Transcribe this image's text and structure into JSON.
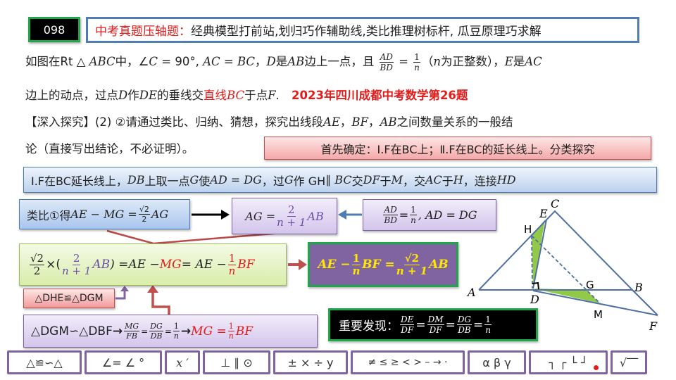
{
  "header": {
    "badge": "098",
    "title_highlight": "中考真题压轴题：",
    "title_rest": "经典模型打前站,划归巧作辅助线,类比推理树标杆, 瓜豆原理巧求解"
  },
  "problem": {
    "line1": {
      "p1": "如图在Rt ",
      "tri": "△",
      "abc": "ABC",
      "p2": "中，∠",
      "c": "C",
      "p3": " = 90°, ",
      "ac_bc": "AC = BC",
      "p4": "，",
      "d": "D",
      "p5": "是",
      "ab": "AB",
      "p6": "边上一点，且",
      "frac_num": "AD",
      "frac_den": "BD",
      "eq": " = ",
      "one_num": "1",
      "one_den": "n",
      "p7": "（",
      "n": "n",
      "p8": "为正整数），",
      "e": "E",
      "p9": "是",
      "ac": "AC"
    },
    "line2": {
      "p1": "边上的动点，过点",
      "d": "D",
      "p2": "作",
      "de": "DE",
      "p3": "的垂线交",
      "red": "直线",
      "bc": "BC",
      "p4": "于点",
      "f": "F",
      "p5": ".",
      "source": "2023年四川成都中考数学第26题"
    },
    "line3": {
      "p1": "【深入探究】(2) ②请通过类比、归纳、猜想，探究出线段",
      "ae": "AE",
      "c1": "，",
      "bf": "BF",
      "c2": "，",
      "ab": "AB",
      "p2": "之间数量关系的一般结"
    },
    "line4": "论（直接写出结论，不必证明）。"
  },
  "classify": "Ⅰ.F在BC上；Ⅱ.F在BC的延长线上。分类探究",
  "classify_prefix": "首先确定：",
  "case1": {
    "p1": "Ⅰ.F在BC延长线上，",
    "db": "DB",
    "p2": "上取一点",
    "g": "G",
    "p3": "使",
    "ad_dg": "AD = DG",
    "p4": "，过",
    "g2": "G",
    "p5": "作  GH",
    "parallel": "∥",
    "bc": "BC",
    "p6": "交",
    "df": "DF",
    "p7": "于",
    "m": "M",
    "p8": "，交",
    "ac": "AC",
    "p9": "于",
    "h": "H",
    "p10": "，连接",
    "hd": "HD"
  },
  "boxes": {
    "analogy": {
      "prefix": "类比①得",
      "lhs": "AE − MG = ",
      "num": "√2",
      "den": "2",
      "rhs": "AG"
    },
    "ag": {
      "lhs": "AG = ",
      "num": "2",
      "den": "n + 1",
      "rhs": "AB"
    },
    "ratio": {
      "num": "AD",
      "den": "BD",
      "eq": " = ",
      "one": "1",
      "n": "n",
      "rest": ",  AD = DG"
    },
    "main_eq": {
      "sq_num": "√2",
      "sq_den": "2",
      "times": "×(",
      "num": "2",
      "den": "n + 1",
      "ab": "AB",
      "p": ") = ",
      "ae1": "AE − ",
      "mg": "MG",
      "eq2": " = AE − ",
      "one": "1",
      "n": "n",
      "bf": "BF"
    },
    "result": {
      "ae": "AE − ",
      "one": "1",
      "n": "n",
      "bf": "BF = ",
      "num": "√2",
      "den": "n + 1",
      "ab": "AB"
    },
    "congruent": "△DHE≌△DGM",
    "similar": {
      "p1": "△DGM∽△DBF ",
      "arrow": "→",
      "mg": "MG",
      "fb": "FB",
      "eq": "=",
      "dg": "DG",
      "db": "DB",
      "eq2": "=",
      "one": "1",
      "n": "n",
      "arrow2": "→",
      "res": "MG = ",
      "rone": "1",
      "rn": "n",
      "rbf": "BF"
    },
    "finding": {
      "label": "重要发现：",
      "de": "DE",
      "df": "DF",
      "dm": "DM",
      "df2": "DF",
      "dg": "DG",
      "db": "DB",
      "one": "1",
      "n": "n",
      "eq": " = "
    }
  },
  "diagram": {
    "labels": {
      "A": "A",
      "B": "B",
      "C": "C",
      "D": "D",
      "E": "E",
      "F": "F",
      "G": "G",
      "H": "H",
      "M": "M"
    },
    "fill_color": "#8dc63f",
    "line_color": "#4f6fa5"
  },
  "toolbar": [
    {
      "label": "△≌∽△",
      "width": 106
    },
    {
      "label": "∠= ∠ °",
      "width": 110
    },
    {
      "label": "x ′",
      "width": 50
    },
    {
      "label": "⊥ ∥ ⊙",
      "width": 96
    },
    {
      "label": "± × ÷ y",
      "width": 106
    },
    {
      "label": "≠ ≤ ≥ < > – → ·",
      "width": 162
    },
    {
      "label": "α  β  γ",
      "width": 83
    },
    {
      "label": "┐ ┌ └ ┘",
      "width": 112
    },
    {
      "label": "√‾‾",
      "width": 52
    }
  ],
  "colors": {
    "title_border": "#4f7cb5",
    "badge_border": "#1fa64a",
    "accent_red": "#e41b1b",
    "result_bg": "#8064a2",
    "result_text": "#ffe600"
  }
}
